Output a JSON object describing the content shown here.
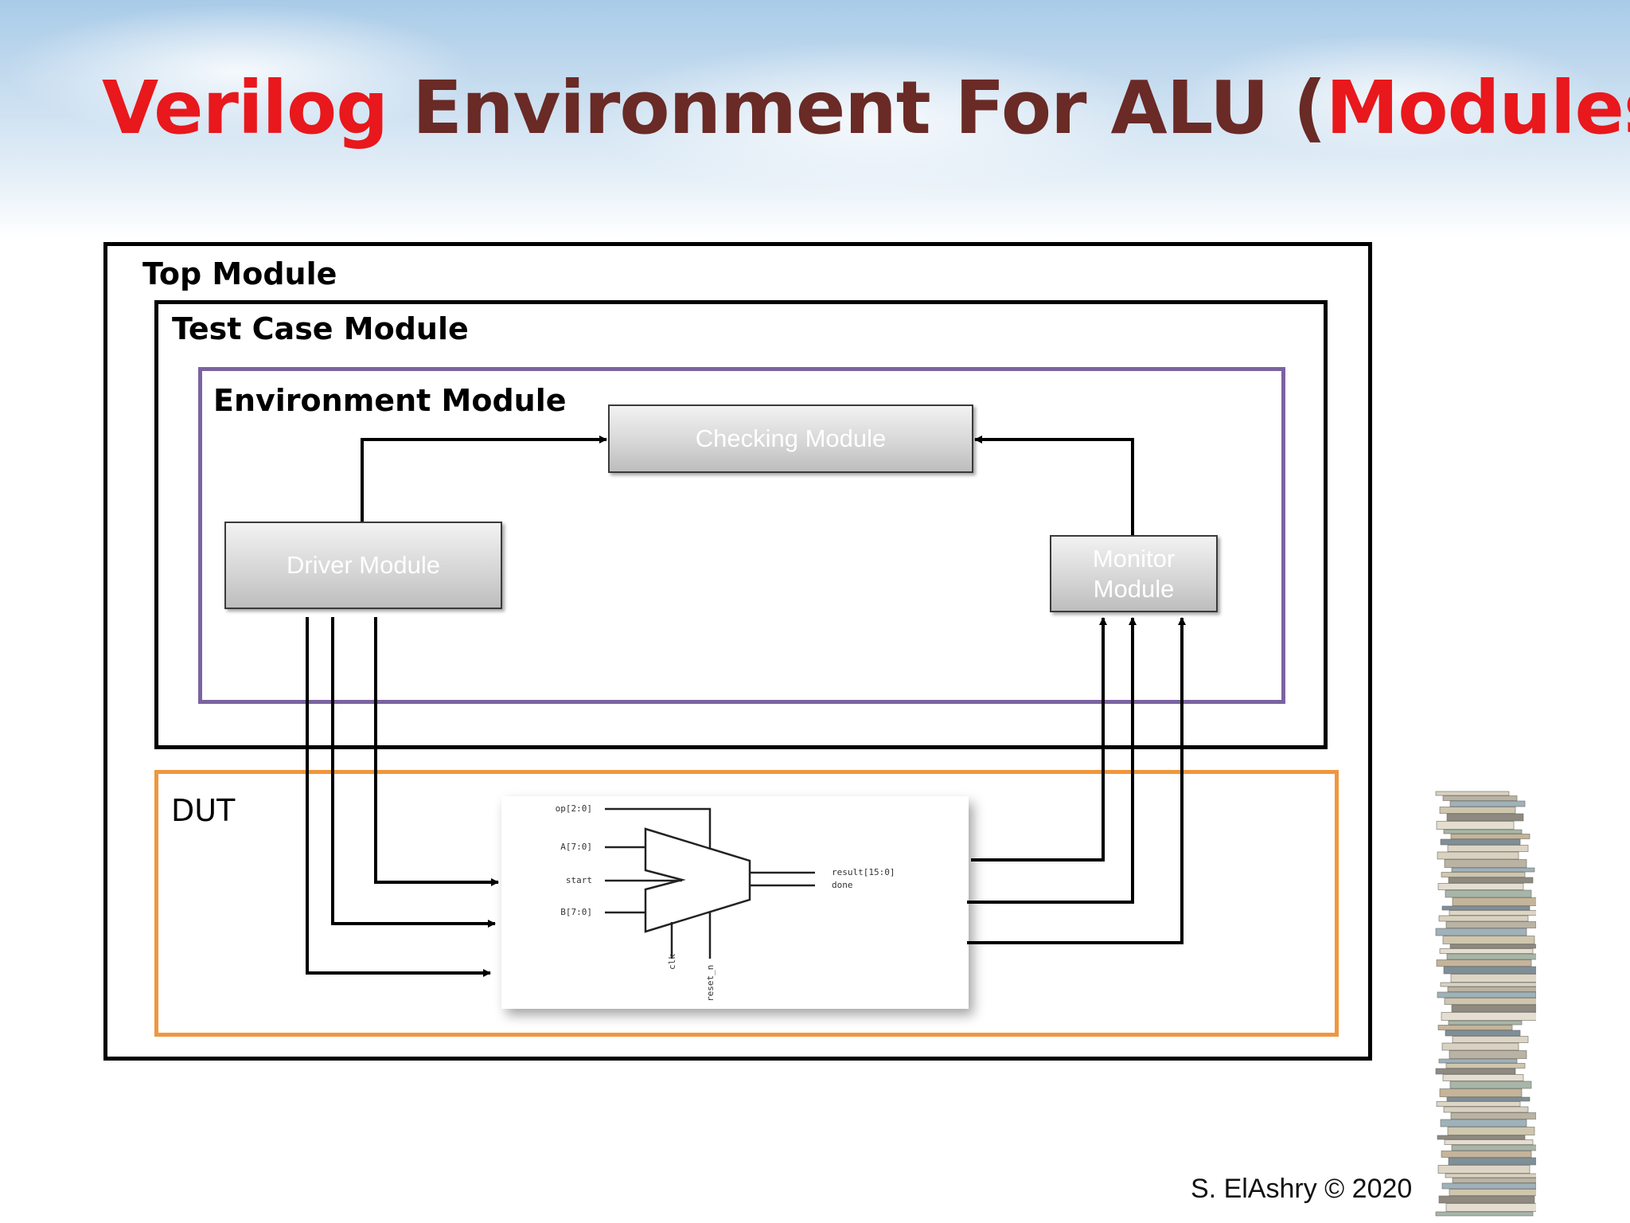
{
  "slide": {
    "title_parts": [
      {
        "text": "Verilog",
        "color": "#e8181c"
      },
      {
        "text": " Environment For ALU (",
        "color": "#6a2a26"
      },
      {
        "text": "Modules",
        "color": "#e8181c"
      },
      {
        "text": ")",
        "color": "#6a2a26"
      }
    ],
    "footer": "S. ElAshry © 2020"
  },
  "diagram": {
    "containers": {
      "top": "Top Module",
      "test_case": "Test Case Module",
      "environment": "Environment Module",
      "dut": "DUT"
    },
    "modules": {
      "checking": "Checking Module",
      "driver": "Driver Module",
      "monitor": "Monitor Module"
    },
    "alu_ports": {
      "op": "op[2:0]",
      "a": "A[7:0]",
      "start": "start",
      "b": "B[7:0]",
      "result": "result[15:0]",
      "done": "done",
      "clk": "clk",
      "reset": "reset_n"
    },
    "colors": {
      "top_border": "#000000",
      "environment_border": "#7b63a0",
      "dut_border": "#f0963e"
    }
  }
}
